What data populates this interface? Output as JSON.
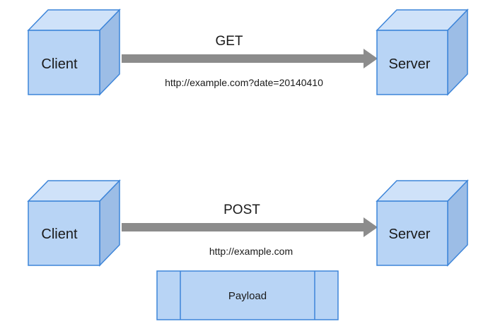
{
  "colors": {
    "box_front": "#b8d4f5",
    "box_top": "#cfe2f9",
    "box_side": "#9cbde6",
    "box_stroke": "#3d85d9",
    "arrow": "#8c8c8c",
    "text": "#1a1a1a"
  },
  "get_flow": {
    "client_label": "Client",
    "method": "GET",
    "url": "http://example.com?date=20140410",
    "server_label": "Server"
  },
  "post_flow": {
    "client_label": "Client",
    "method": "POST",
    "url": "http://example.com",
    "server_label": "Server",
    "payload_label": "Payload"
  }
}
